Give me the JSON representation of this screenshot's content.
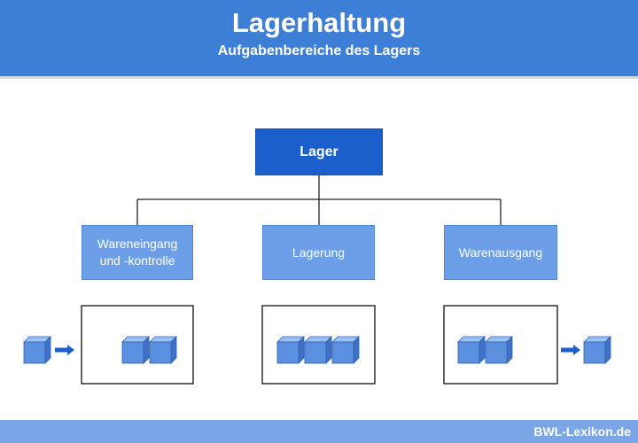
{
  "header": {
    "title": "Lagerhaltung",
    "subtitle": "Aufgabenbereiche des Lagers"
  },
  "diagram": {
    "root": "Lager",
    "children": [
      {
        "label": "Wareneingang\nund -kontrolle",
        "stock_count": 2,
        "incoming_count": 1,
        "outgoing_count": 0
      },
      {
        "label": "Lagerung",
        "stock_count": 3,
        "incoming_count": 0,
        "outgoing_count": 0
      },
      {
        "label": "Warenausgang",
        "stock_count": 2,
        "incoming_count": 0,
        "outgoing_count": 1
      }
    ]
  },
  "colors": {
    "header_bg": "#3d7fd6",
    "root_box": "#1a5fcc",
    "child_box": "#6c9fe8",
    "cube": "#5b8fe0",
    "arrow": "#1a5fcc",
    "footer_bg": "#7aa6e8"
  },
  "footer": {
    "brand": "BWL-Lexikon.de"
  }
}
